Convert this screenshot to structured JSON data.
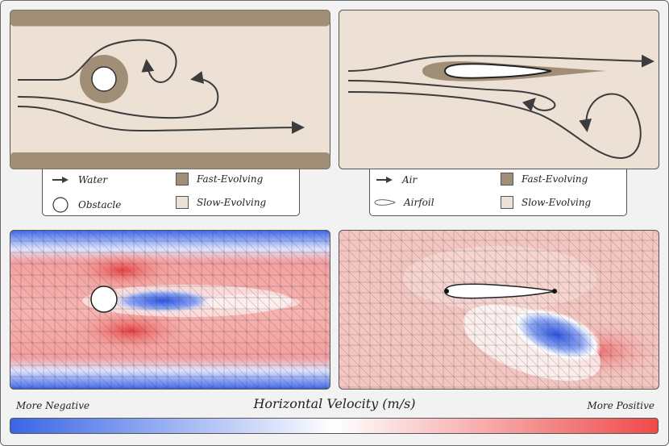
{
  "legend_left": {
    "water": "Water",
    "obstacle": "Obstacle",
    "fast": "Fast-Evolving",
    "slow": "Slow-Evolving"
  },
  "legend_right": {
    "air": "Air",
    "airfoil": "Airfoil",
    "fast": "Fast-Evolving",
    "slow": "Slow-Evolving"
  },
  "colorbar": {
    "title": "Horizontal Velocity (m/s)",
    "left_label": "More Negative",
    "right_label": "More Positive"
  },
  "colors": {
    "fast": "#a18e76",
    "slow": "#ede0d4",
    "negative": "#3a66e6",
    "positive": "#ef4a4a",
    "stream": "#3c3c3c"
  }
}
